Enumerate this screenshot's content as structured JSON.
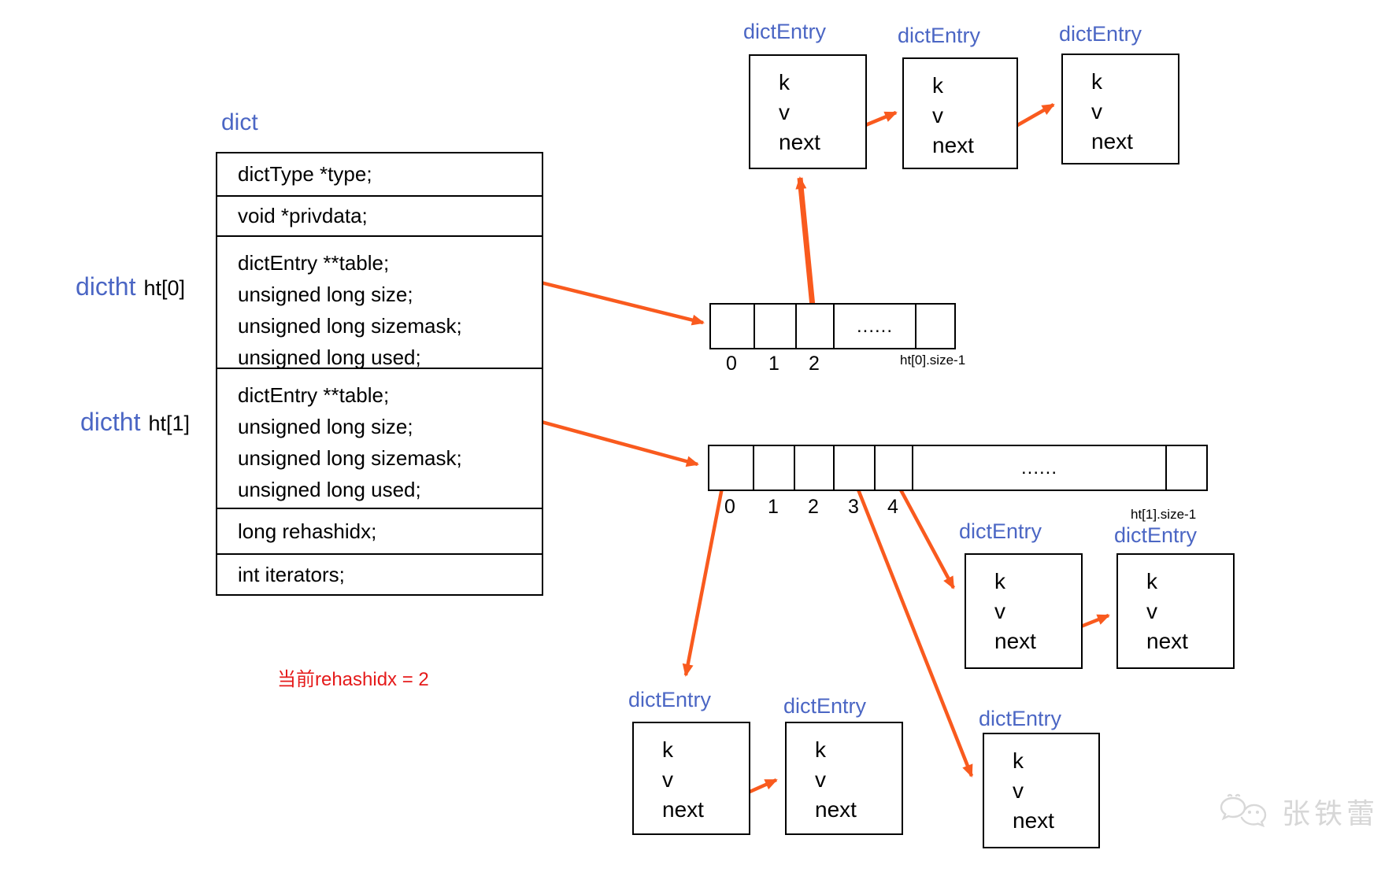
{
  "colors": {
    "blue": "#4b66c4",
    "orange": "#f95a1e",
    "red": "#e51a1a",
    "border": "#000000",
    "watermark": "#d7d7d7"
  },
  "dict": {
    "title": "dict",
    "rows": {
      "type": "dictType *type;",
      "privdata": "void *privdata;",
      "ht0": [
        "dictEntry **table;",
        "unsigned long size;",
        "unsigned long sizemask;",
        "unsigned long used;"
      ],
      "ht1": [
        "dictEntry **table;",
        "unsigned long size;",
        "unsigned long sizemask;",
        "unsigned long used;"
      ],
      "rehashidx": "long rehashidx;",
      "iterators": "int iterators;"
    },
    "side_labels": {
      "ht0": {
        "struct": "dictht",
        "field": "ht[0]"
      },
      "ht1": {
        "struct": "dictht",
        "field": "ht[1]"
      }
    }
  },
  "ht0_array": {
    "indices": [
      "0",
      "1",
      "2"
    ],
    "ellipsis": "......",
    "size_label": "ht[0].size-1"
  },
  "ht1_array": {
    "indices": [
      "0",
      "1",
      "2",
      "3",
      "4"
    ],
    "ellipsis": "......",
    "size_label": "ht[1].size-1"
  },
  "entry_box": {
    "label": "dictEntry",
    "k": "k",
    "v": "v",
    "next": "next"
  },
  "annotation": {
    "rehash_note": "当前rehashidx = 2"
  },
  "watermark": {
    "name": "张铁蕾"
  }
}
